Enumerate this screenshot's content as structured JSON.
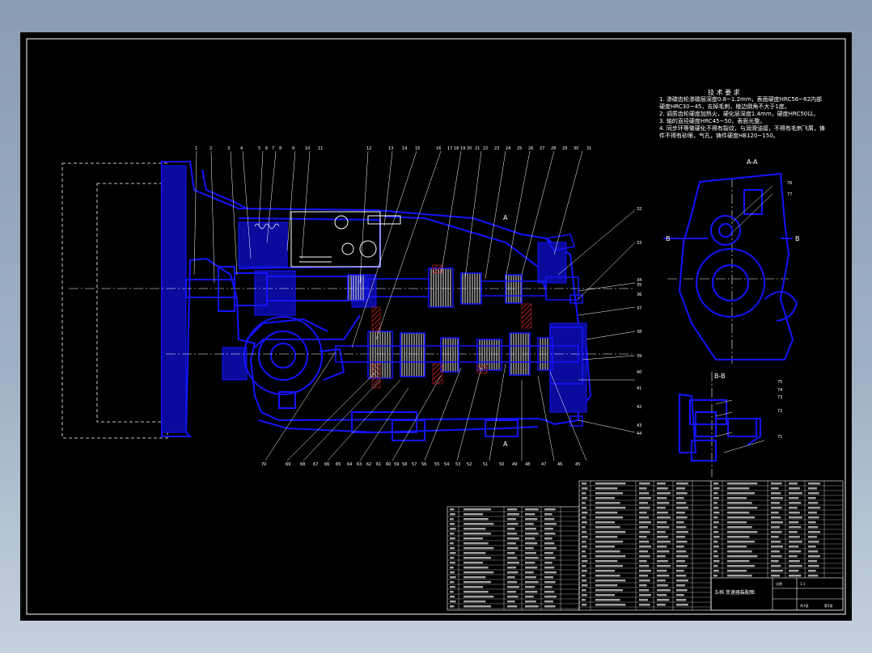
{
  "tech_notes": {
    "title": "技 术 要 求",
    "lines": [
      "1. 渗碳齿轮渗碳层深度0.8~1.2mm，表面硬度HRC56~62内部",
      "硬度HRC30~45，去掉毛刺，棱边倒角不大于1度。",
      "2. 调质齿轮硬度加热火，硬化层深度1.4mm，硬度HRC50以。",
      "3. 轴的直径硬度HRC45~50，表面光整。",
      "4. 同步环等做硬化不得有裂纹，与润滑油接，不得有毛刺飞屑，铸",
      "件不得有砂眼，气孔，铸件硬度HB120~150。"
    ]
  },
  "view_labels": {
    "section_aa": "A-A",
    "section_bb": "B-B",
    "b_left": "B",
    "b_right": "B",
    "a_top": "A",
    "a_bottom": "A"
  },
  "top_callouts": [
    "1",
    "2",
    "3",
    "4",
    "5",
    "6",
    "7",
    "8",
    "9",
    "10",
    "11",
    "12",
    "13",
    "14",
    "15",
    "16",
    "17",
    "18",
    "19",
    "20",
    "21",
    "22",
    "23",
    "24",
    "25",
    "26",
    "27",
    "28",
    "29",
    "30",
    "31"
  ],
  "right_callouts": [
    "32",
    "33",
    "34",
    "35",
    "36",
    "37",
    "38",
    "39",
    "40",
    "41",
    "42",
    "43",
    "44"
  ],
  "bottom_callouts": [
    "70",
    "69",
    "68",
    "67",
    "66",
    "65",
    "64",
    "63",
    "62",
    "61",
    "60",
    "59",
    "58",
    "57",
    "56",
    "55",
    "54",
    "53",
    "52",
    "51",
    "50",
    "49",
    "48",
    "47",
    "46",
    "45"
  ],
  "aa_callouts": [
    "76",
    "77"
  ],
  "bb_callouts": [
    "75",
    "74",
    "73",
    "72",
    "71"
  ],
  "title_block": {
    "drawing_name": "五档 变速器装配图",
    "scale_label": "比例",
    "scale_value": "1:1",
    "sheet_label": "共1张",
    "sheet_no": "第1张"
  },
  "colors": {
    "background": "#000000",
    "outline": "#1414ff",
    "cut_fill": "#0a0a9c",
    "section_hatch": "#b02222",
    "annotation": "#ffffff",
    "gear_teeth": "#e8e8e8"
  }
}
